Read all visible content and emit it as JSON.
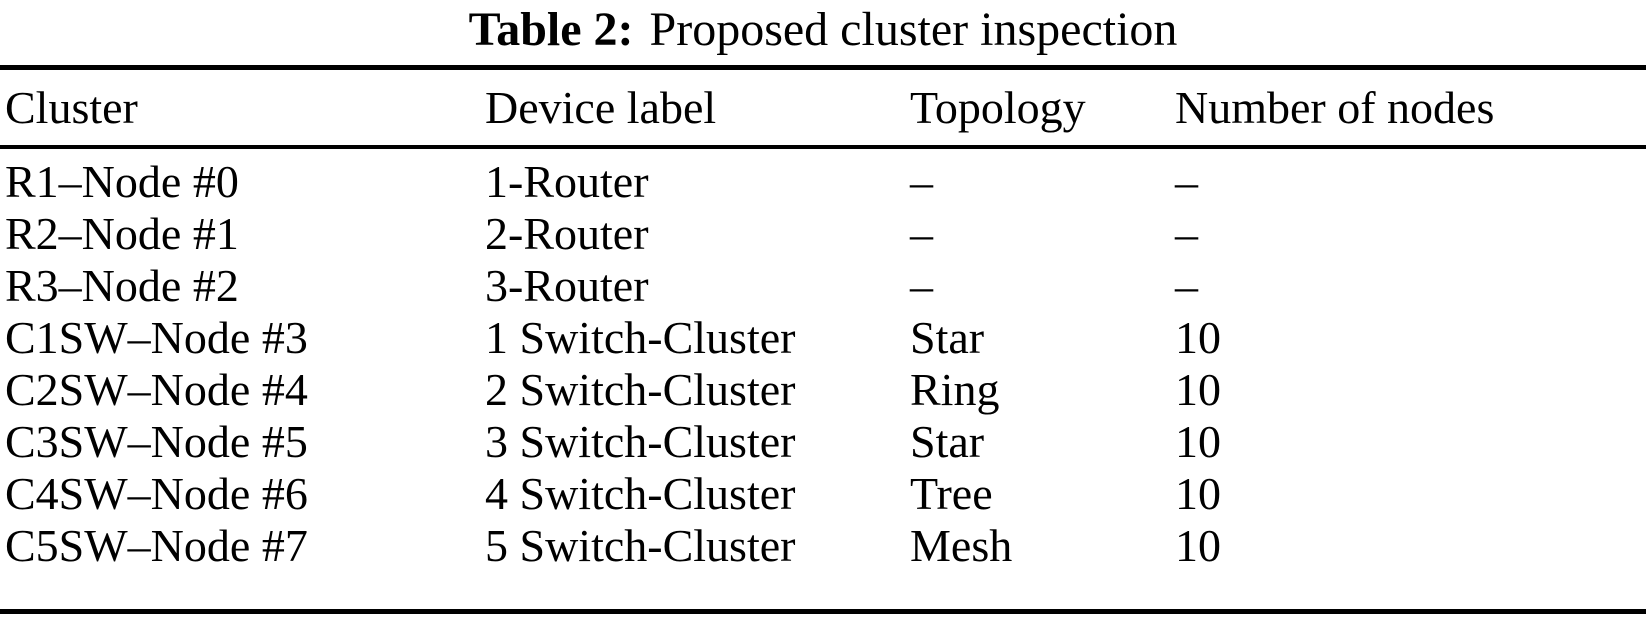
{
  "title": {
    "label": "Table 2:",
    "text": "Proposed cluster inspection"
  },
  "table": {
    "headers": [
      "Cluster",
      "Device label",
      "Topology",
      "Number of nodes"
    ],
    "rows": [
      {
        "cluster": "R1–Node #0",
        "device_label": "1-Router",
        "topology": "–",
        "nodes": "–"
      },
      {
        "cluster": "R2–Node #1",
        "device_label": "2-Router",
        "topology": "–",
        "nodes": "–"
      },
      {
        "cluster": "R3–Node #2",
        "device_label": "3-Router",
        "topology": "–",
        "nodes": "–"
      },
      {
        "cluster": "C1SW–Node #3",
        "device_label": "1 Switch-Cluster",
        "topology": "Star",
        "nodes": "10"
      },
      {
        "cluster": "C2SW–Node #4",
        "device_label": "2 Switch-Cluster",
        "topology": "Ring",
        "nodes": "10"
      },
      {
        "cluster": "C3SW–Node #5",
        "device_label": "3 Switch-Cluster",
        "topology": "Star",
        "nodes": "10"
      },
      {
        "cluster": "C4SW–Node #6",
        "device_label": "4 Switch-Cluster",
        "topology": "Tree",
        "nodes": "10"
      },
      {
        "cluster": "C5SW–Node #7",
        "device_label": "5 Switch-Cluster",
        "topology": "Mesh",
        "nodes": "10"
      }
    ]
  },
  "colors": {
    "text": "#000000",
    "background": "#ffffff",
    "rule": "#000000"
  }
}
